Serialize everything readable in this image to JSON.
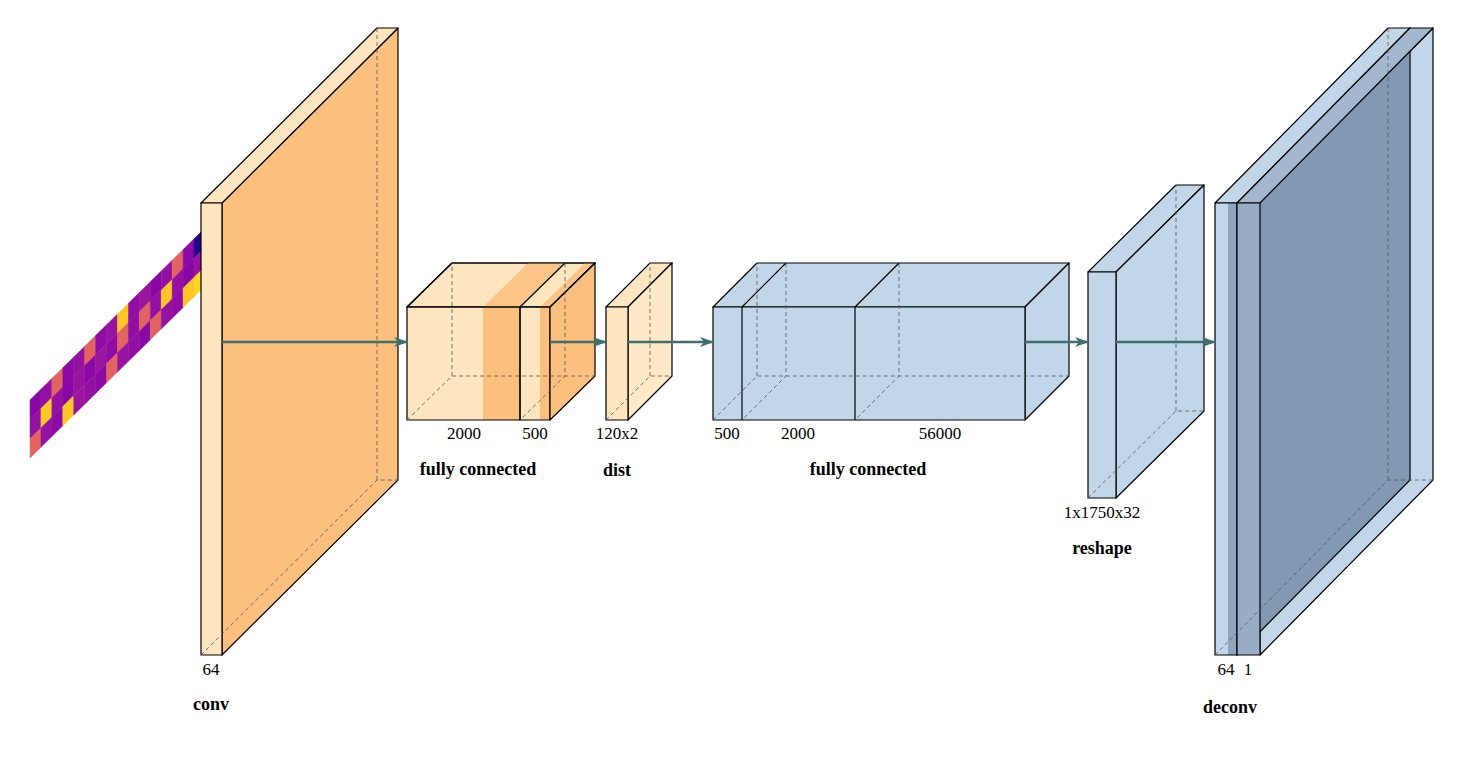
{
  "diagram": {
    "nodes": [
      {
        "text": [
          "64",
          "conv"
        ]
      },
      {
        "text": [
          "2000",
          "500",
          "fully connected"
        ]
      },
      {
        "text": [
          "120x2",
          "dist"
        ]
      },
      {
        "text": [
          "500",
          "2000",
          "56000",
          "fully connected"
        ]
      },
      {
        "text": [
          "1x1750x32",
          "reshape"
        ]
      },
      {
        "text": [
          "64",
          "1",
          "deconv"
        ]
      }
    ],
    "edges": [
      {
        "from": 0,
        "to": 1,
        "arrow": "to"
      },
      {
        "from": 1,
        "to": 2,
        "arrow": "to"
      },
      {
        "from": 2,
        "to": 3,
        "arrow": "to"
      },
      {
        "from": 3,
        "to": 4,
        "arrow": "to"
      },
      {
        "from": 4,
        "to": 5,
        "arrow": "to"
      }
    ]
  }
}
